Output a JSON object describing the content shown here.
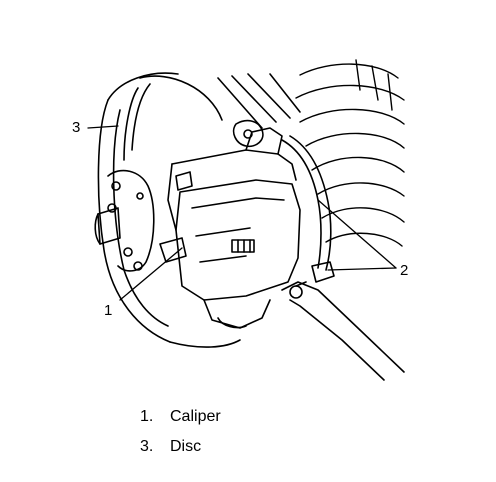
{
  "callouts": {
    "disc_number": "3",
    "caliper_number": "1",
    "hose_number": "2"
  },
  "legend": {
    "items": [
      {
        "number": "1.",
        "label": "Caliper"
      },
      {
        "number": "3.",
        "label": "Disc"
      }
    ]
  }
}
